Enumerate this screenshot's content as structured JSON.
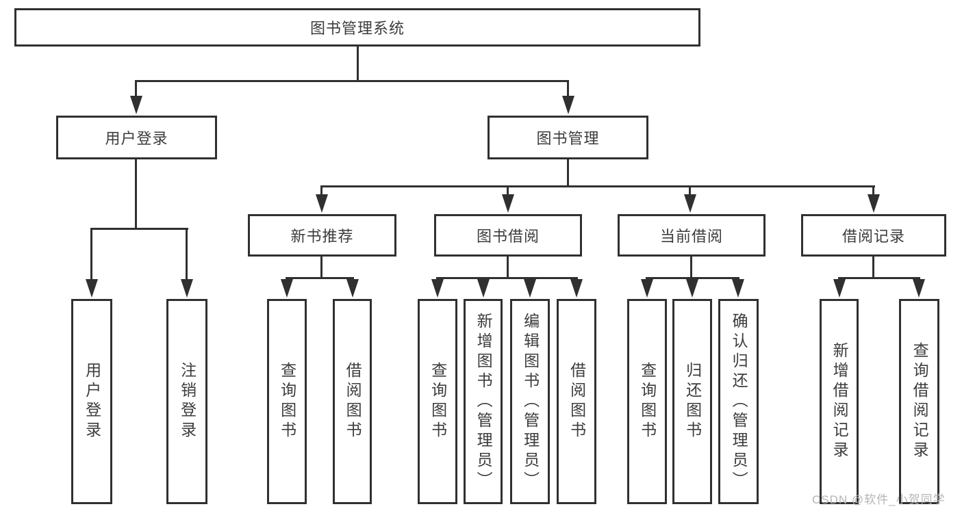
{
  "diagram": {
    "title_note": "functional structure diagram",
    "root": {
      "label": "图书管理系统"
    },
    "branches": [
      {
        "label": "用户登录",
        "children": [
          {
            "label": "用户登录"
          },
          {
            "label": "注销登录"
          }
        ]
      },
      {
        "label": "图书管理",
        "children": [
          {
            "label": "新书推荐",
            "children": [
              {
                "label": "查询图书"
              },
              {
                "label": "借阅图书"
              }
            ]
          },
          {
            "label": "图书借阅",
            "children": [
              {
                "label": "查询图书"
              },
              {
                "label": "新增图书（管理员）"
              },
              {
                "label": "编辑图书（管理员）"
              },
              {
                "label": "借阅图书"
              }
            ]
          },
          {
            "label": "当前借阅",
            "children": [
              {
                "label": "查询图书"
              },
              {
                "label": "归还图书"
              },
              {
                "label": "确认归还（管理员）"
              }
            ]
          },
          {
            "label": "借阅记录",
            "children": [
              {
                "label": "新增借阅记录"
              },
              {
                "label": "查询借阅记录"
              }
            ]
          }
        ]
      }
    ],
    "watermark": "CSDN @软件_小贺同学",
    "colors": {
      "line": "#303030",
      "text": "#3c3c3c",
      "watermark": "#b5b5b5",
      "background": "#ffffff"
    }
  }
}
